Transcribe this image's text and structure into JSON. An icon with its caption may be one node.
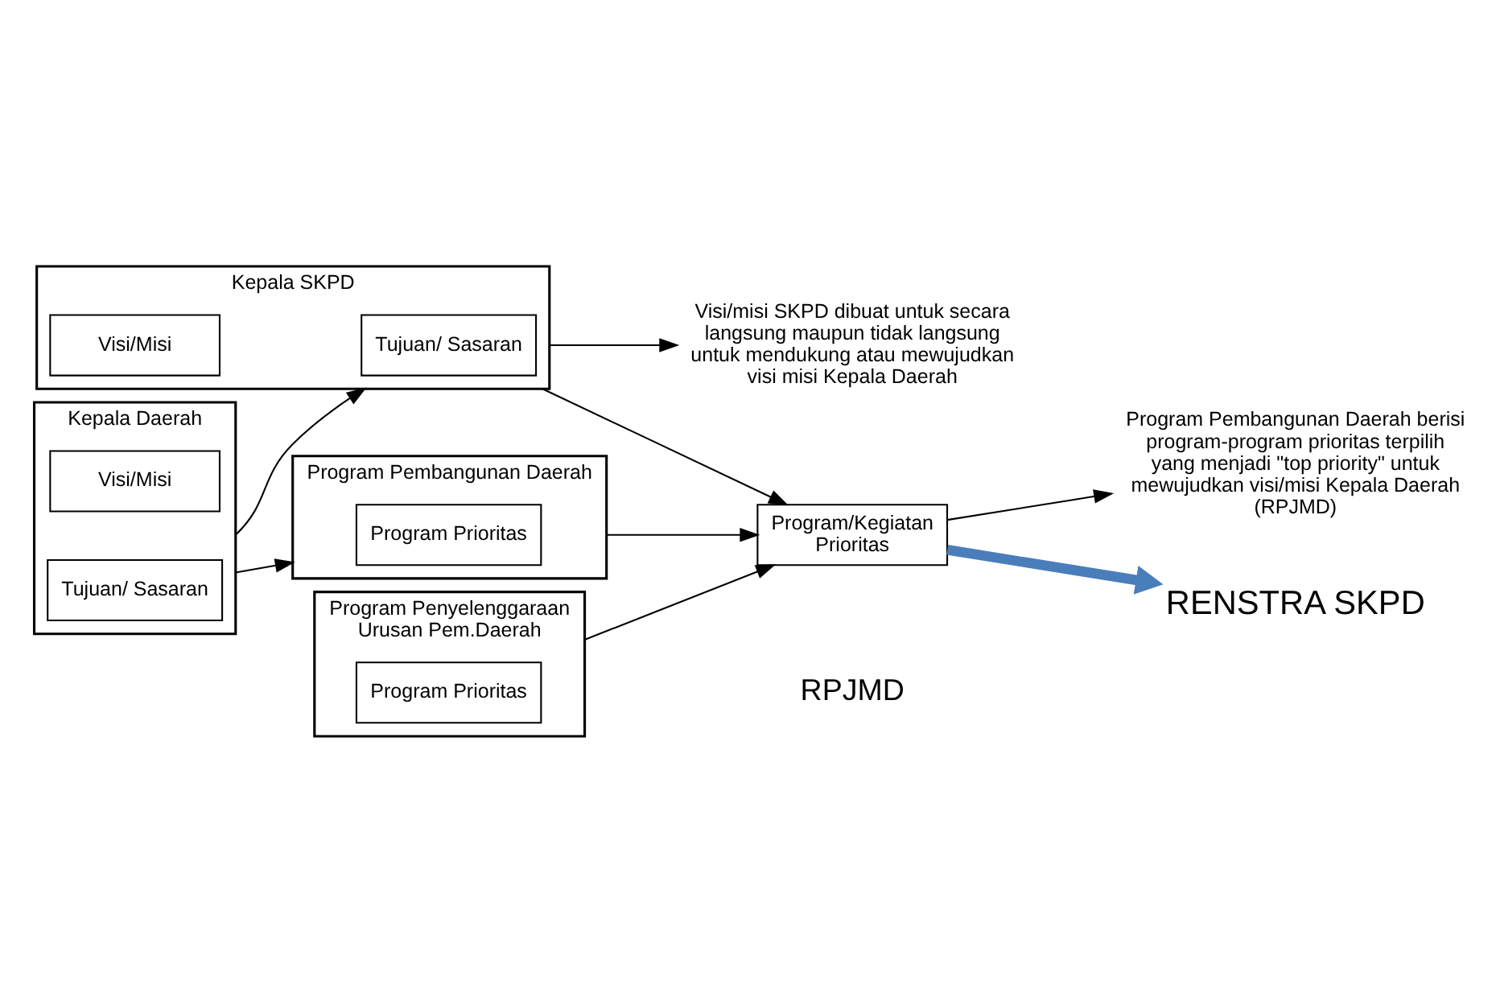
{
  "diagram": {
    "nodes": [
      {
        "text": [
          "Kepala Daerah"
        ]
      },
      {
        "text": [
          "Visi/Misi"
        ],
        "in": 0
      },
      {
        "text": [
          "Tujuan/ Sasaran"
        ],
        "in": 0
      },
      {
        "text": [
          "Kepala SKPD"
        ]
      },
      {
        "text": [
          "Visi/Misi"
        ],
        "in": 3
      },
      {
        "text": [
          "Tujuan/ Sasaran"
        ],
        "in": 3
      },
      {
        "text": [
          "Program Pembangunan Daerah"
        ]
      },
      {
        "text": [
          "Program Prioritas"
        ],
        "in": 6
      },
      {
        "text": [
          "Program Penyelenggaraan Urusan Pem.Daerah"
        ]
      },
      {
        "text": [
          "Program Prioritas"
        ],
        "in": 8
      },
      {
        "text": [
          "Program/Kegiatan Prioritas"
        ]
      },
      {
        "text": [
          "Visi/misi SKPD dibuat untuk secara langsung maupun tidak langsung untuk mendukung atau mewujudkan visi misi Kepala Daerah"
        ]
      },
      {
        "text": [
          "Program Pembangunan Daerah berisi program-program prioritas terpilih yang menjadi \"top priority\" untuk mewujudkan visi/misi Kepala Daerah (RPJMD)"
        ]
      },
      {
        "text": [
          "RENSTRA SKPD"
        ]
      }
    ],
    "edges": [
      {
        "from": 0,
        "to": 3,
        "arrow": "to"
      },
      {
        "from": 0,
        "to": 6,
        "arrow": "to"
      },
      {
        "from": 3,
        "to": 11,
        "arrow": "to"
      },
      {
        "from": 3,
        "to": 10,
        "arrow": "to"
      },
      {
        "from": 6,
        "to": 10,
        "arrow": "to"
      },
      {
        "from": 8,
        "to": 10,
        "arrow": "to"
      },
      {
        "from": 10,
        "to": 12,
        "arrow": "to"
      },
      {
        "from": 10,
        "to": 13,
        "arrow": "to",
        "style": "thick",
        "color": "#4a7ebb"
      }
    ],
    "labels": [
      "RPJMD"
    ]
  }
}
